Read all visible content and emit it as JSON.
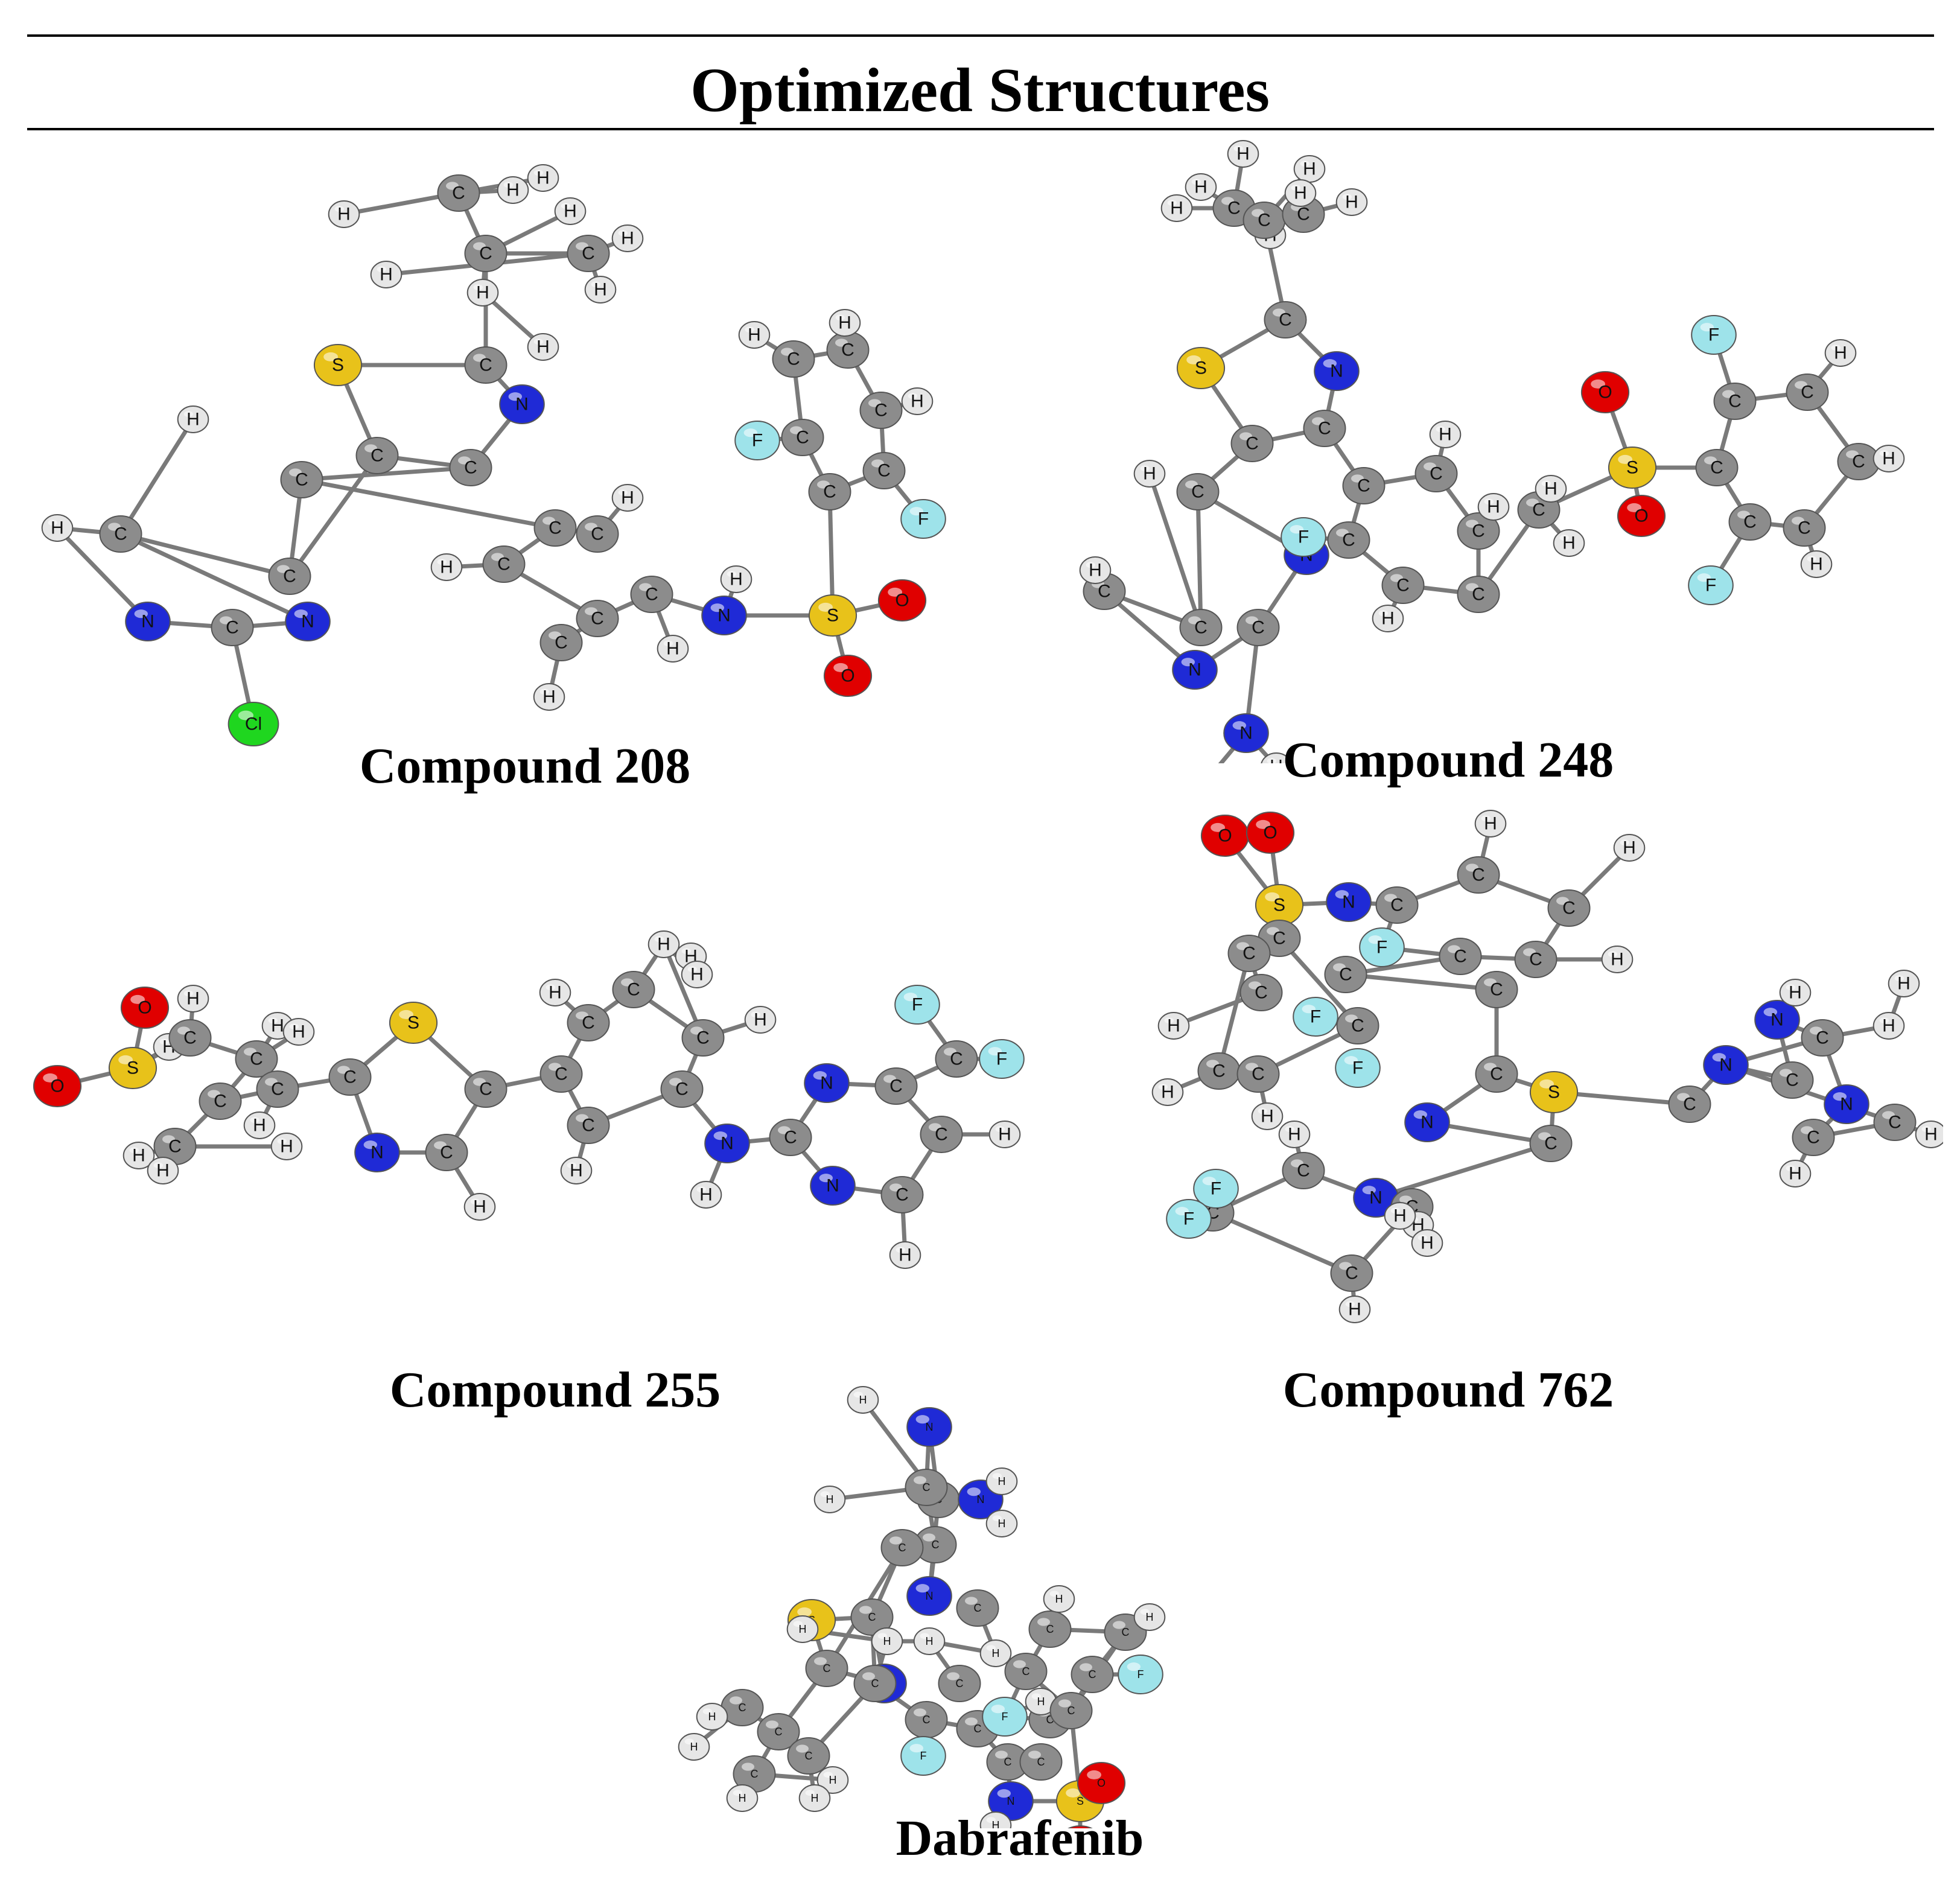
{
  "title": "Optimized Structures",
  "element_colors": {
    "C": "#8c8c8c",
    "H": "#e6e6e6",
    "N": "#1f2ad6",
    "O": "#e00000",
    "S": "#e8c21a",
    "F": "#9ee3ea",
    "Cl": "#1fd61f"
  },
  "molecules": [
    {
      "caption": "Compound 208",
      "atoms": [
        {
          "el": "H",
          "label": "H"
        },
        {
          "el": "C",
          "label": "C"
        },
        {
          "el": "H",
          "label": "H"
        },
        {
          "el": "H",
          "label": "H"
        },
        {
          "el": "C",
          "label": "C"
        },
        {
          "el": "H",
          "label": "H"
        },
        {
          "el": "C",
          "label": "C"
        },
        {
          "el": "H",
          "label": "H"
        },
        {
          "el": "H",
          "label": "H"
        },
        {
          "el": "H",
          "label": "H"
        },
        {
          "el": "H",
          "label": "H"
        },
        {
          "el": "H",
          "label": "H"
        },
        {
          "el": "C",
          "label": "C"
        },
        {
          "el": "S",
          "label": "S"
        },
        {
          "el": "N",
          "label": "N"
        },
        {
          "el": "C",
          "label": "C"
        },
        {
          "el": "C",
          "label": "C"
        },
        {
          "el": "C",
          "label": "C"
        },
        {
          "el": "C",
          "label": "C"
        },
        {
          "el": "H",
          "label": "H"
        },
        {
          "el": "C",
          "label": "C"
        },
        {
          "el": "H",
          "label": "H"
        },
        {
          "el": "N",
          "label": "N"
        },
        {
          "el": "N",
          "label": "N"
        },
        {
          "el": "C",
          "label": "C"
        },
        {
          "el": "Cl",
          "label": "Cl"
        },
        {
          "el": "C",
          "label": "C"
        },
        {
          "el": "C",
          "label": "C"
        },
        {
          "el": "H",
          "label": "H"
        },
        {
          "el": "C",
          "label": "C"
        },
        {
          "el": "H",
          "label": "H"
        },
        {
          "el": "C",
          "label": "C"
        },
        {
          "el": "C",
          "label": "C"
        },
        {
          "el": "H",
          "label": "H"
        },
        {
          "el": "C",
          "label": "C"
        },
        {
          "el": "H",
          "label": "H"
        },
        {
          "el": "N",
          "label": "N"
        },
        {
          "el": "H",
          "label": "H"
        },
        {
          "el": "S",
          "label": "S"
        },
        {
          "el": "O",
          "label": "O"
        },
        {
          "el": "O",
          "label": "O"
        },
        {
          "el": "C",
          "label": "C"
        },
        {
          "el": "C",
          "label": "C"
        },
        {
          "el": "F",
          "label": "F"
        },
        {
          "el": "C",
          "label": "C"
        },
        {
          "el": "F",
          "label": "F"
        },
        {
          "el": "C",
          "label": "C"
        },
        {
          "el": "H",
          "label": "H"
        },
        {
          "el": "C",
          "label": "C"
        },
        {
          "el": "H",
          "label": "H"
        },
        {
          "el": "C",
          "label": "C"
        },
        {
          "el": "H",
          "label": "H"
        }
      ]
    },
    {
      "caption": "Compound 248",
      "atoms": [
        {
          "el": "H",
          "label": "H"
        },
        {
          "el": "H",
          "label": "H"
        },
        {
          "el": "H",
          "label": "H"
        },
        {
          "el": "C",
          "label": "C"
        },
        {
          "el": "H",
          "label": "H"
        },
        {
          "el": "H",
          "label": "H"
        },
        {
          "el": "C",
          "label": "C"
        },
        {
          "el": "C",
          "label": "C"
        },
        {
          "el": "H",
          "label": "H"
        },
        {
          "el": "H",
          "label": "H"
        },
        {
          "el": "C",
          "label": "C"
        },
        {
          "el": "S",
          "label": "S"
        },
        {
          "el": "N",
          "label": "N"
        },
        {
          "el": "C",
          "label": "C"
        },
        {
          "el": "C",
          "label": "C"
        },
        {
          "el": "C",
          "label": "C"
        },
        {
          "el": "C",
          "label": "C"
        },
        {
          "el": "H",
          "label": "H"
        },
        {
          "el": "C",
          "label": "C"
        },
        {
          "el": "H",
          "label": "H"
        },
        {
          "el": "N",
          "label": "N"
        },
        {
          "el": "N",
          "label": "N"
        },
        {
          "el": "C",
          "label": "C"
        },
        {
          "el": "N",
          "label": "N"
        },
        {
          "el": "H",
          "label": "H"
        },
        {
          "el": "H",
          "label": "H"
        },
        {
          "el": "C",
          "label": "C"
        },
        {
          "el": "C",
          "label": "C"
        },
        {
          "el": "H",
          "label": "H"
        },
        {
          "el": "C",
          "label": "C"
        },
        {
          "el": "F",
          "label": "F"
        },
        {
          "el": "C",
          "label": "C"
        },
        {
          "el": "H",
          "label": "H"
        },
        {
          "el": "C",
          "label": "C"
        },
        {
          "el": "H",
          "label": "H"
        },
        {
          "el": "C",
          "label": "C"
        },
        {
          "el": "C",
          "label": "C"
        },
        {
          "el": "H",
          "label": "H"
        },
        {
          "el": "H",
          "label": "H"
        },
        {
          "el": "S",
          "label": "S"
        },
        {
          "el": "O",
          "label": "O"
        },
        {
          "el": "O",
          "label": "O"
        },
        {
          "el": "C",
          "label": "C"
        },
        {
          "el": "C",
          "label": "C"
        },
        {
          "el": "F",
          "label": "F"
        },
        {
          "el": "C",
          "label": "C"
        },
        {
          "el": "H",
          "label": "H"
        },
        {
          "el": "C",
          "label": "C"
        },
        {
          "el": "H",
          "label": "H"
        },
        {
          "el": "C",
          "label": "C"
        },
        {
          "el": "H",
          "label": "H"
        },
        {
          "el": "C",
          "label": "C"
        },
        {
          "el": "F",
          "label": "F"
        }
      ]
    },
    {
      "caption": "Compound 255",
      "atoms": [
        {
          "el": "O",
          "label": "O"
        },
        {
          "el": "S",
          "label": "S"
        },
        {
          "el": "O",
          "label": "O"
        },
        {
          "el": "H",
          "label": "H"
        },
        {
          "el": "C",
          "label": "C"
        },
        {
          "el": "H",
          "label": "H"
        },
        {
          "el": "C",
          "label": "C"
        },
        {
          "el": "H",
          "label": "H"
        },
        {
          "el": "H",
          "label": "H"
        },
        {
          "el": "C",
          "label": "C"
        },
        {
          "el": "C",
          "label": "C"
        },
        {
          "el": "H",
          "label": "H"
        },
        {
          "el": "H",
          "label": "H"
        },
        {
          "el": "C",
          "label": "C"
        },
        {
          "el": "H",
          "label": "H"
        },
        {
          "el": "H",
          "label": "H"
        },
        {
          "el": "C",
          "label": "C"
        },
        {
          "el": "S",
          "label": "S"
        },
        {
          "el": "N",
          "label": "N"
        },
        {
          "el": "C",
          "label": "C"
        },
        {
          "el": "H",
          "label": "H"
        },
        {
          "el": "C",
          "label": "C"
        },
        {
          "el": "C",
          "label": "C"
        },
        {
          "el": "C",
          "label": "C"
        },
        {
          "el": "H",
          "label": "H"
        },
        {
          "el": "C",
          "label": "C"
        },
        {
          "el": "H",
          "label": "H"
        },
        {
          "el": "H",
          "label": "H"
        },
        {
          "el": "H",
          "label": "H"
        },
        {
          "el": "C",
          "label": "C"
        },
        {
          "el": "H",
          "label": "H"
        },
        {
          "el": "C",
          "label": "C"
        },
        {
          "el": "C",
          "label": "C"
        },
        {
          "el": "H",
          "label": "H"
        },
        {
          "el": "N",
          "label": "N"
        },
        {
          "el": "H",
          "label": "H"
        },
        {
          "el": "C",
          "label": "C"
        },
        {
          "el": "N",
          "label": "N"
        },
        {
          "el": "N",
          "label": "N"
        },
        {
          "el": "C",
          "label": "C"
        },
        {
          "el": "C",
          "label": "C"
        },
        {
          "el": "F",
          "label": "F"
        },
        {
          "el": "F",
          "label": "F"
        },
        {
          "el": "C",
          "label": "C"
        },
        {
          "el": "H",
          "label": "H"
        },
        {
          "el": "C",
          "label": "C"
        },
        {
          "el": "H",
          "label": "H"
        }
      ]
    },
    {
      "caption": "Compound 762",
      "atoms": [
        {
          "el": "O",
          "label": "O"
        },
        {
          "el": "O",
          "label": "O"
        },
        {
          "el": "S",
          "label": "S"
        },
        {
          "el": "N",
          "label": "N"
        },
        {
          "el": "C",
          "label": "C"
        },
        {
          "el": "C",
          "label": "C"
        },
        {
          "el": "H",
          "label": "H"
        },
        {
          "el": "C",
          "label": "C"
        },
        {
          "el": "H",
          "label": "H"
        },
        {
          "el": "C",
          "label": "C"
        },
        {
          "el": "H",
          "label": "H"
        },
        {
          "el": "C",
          "label": "C"
        },
        {
          "el": "F",
          "label": "F"
        },
        {
          "el": "C",
          "label": "C"
        },
        {
          "el": "F",
          "label": "F"
        },
        {
          "el": "C",
          "label": "C"
        },
        {
          "el": "C",
          "label": "C"
        },
        {
          "el": "C",
          "label": "C"
        },
        {
          "el": "H",
          "label": "H"
        },
        {
          "el": "C",
          "label": "C"
        },
        {
          "el": "H",
          "label": "H"
        },
        {
          "el": "C",
          "label": "C"
        },
        {
          "el": "H",
          "label": "H"
        },
        {
          "el": "C",
          "label": "C"
        },
        {
          "el": "F",
          "label": "F"
        },
        {
          "el": "C",
          "label": "C"
        },
        {
          "el": "C",
          "label": "C"
        },
        {
          "el": "N",
          "label": "N"
        },
        {
          "el": "C",
          "label": "C"
        },
        {
          "el": "S",
          "label": "S"
        },
        {
          "el": "C",
          "label": "C"
        },
        {
          "el": "N",
          "label": "N"
        },
        {
          "el": "C",
          "label": "C"
        },
        {
          "el": "N",
          "label": "N"
        },
        {
          "el": "H",
          "label": "H"
        },
        {
          "el": "C",
          "label": "C"
        },
        {
          "el": "H",
          "label": "H"
        },
        {
          "el": "H",
          "label": "H"
        },
        {
          "el": "N",
          "label": "N"
        },
        {
          "el": "C",
          "label": "C"
        },
        {
          "el": "H",
          "label": "H"
        },
        {
          "el": "C",
          "label": "C"
        },
        {
          "el": "H",
          "label": "H"
        },
        {
          "el": "N",
          "label": "N"
        },
        {
          "el": "C",
          "label": "C"
        },
        {
          "el": "H",
          "label": "H"
        },
        {
          "el": "C",
          "label": "C"
        },
        {
          "el": "F",
          "label": "F"
        },
        {
          "el": "F",
          "label": "F"
        },
        {
          "el": "C",
          "label": "C"
        },
        {
          "el": "H",
          "label": "H"
        },
        {
          "el": "C",
          "label": "C"
        },
        {
          "el": "H",
          "label": "H"
        },
        {
          "el": "H",
          "label": "H"
        },
        {
          "el": "H",
          "label": "H"
        }
      ]
    },
    {
      "caption": "Dabrafenib",
      "atoms": [
        {
          "el": "H",
          "label": "H"
        },
        {
          "el": "N",
          "label": "N"
        },
        {
          "el": "C",
          "label": "C"
        },
        {
          "el": "N",
          "label": "N"
        },
        {
          "el": "H",
          "label": "H"
        },
        {
          "el": "H",
          "label": "H"
        },
        {
          "el": "C",
          "label": "C"
        },
        {
          "el": "H",
          "label": "H"
        },
        {
          "el": "C",
          "label": "C"
        },
        {
          "el": "N",
          "label": "N"
        },
        {
          "el": "C",
          "label": "C"
        },
        {
          "el": "C",
          "label": "C"
        },
        {
          "el": "S",
          "label": "S"
        },
        {
          "el": "C",
          "label": "C"
        },
        {
          "el": "N",
          "label": "N"
        },
        {
          "el": "C",
          "label": "C"
        },
        {
          "el": "C",
          "label": "C"
        },
        {
          "el": "C",
          "label": "C"
        },
        {
          "el": "H",
          "label": "H"
        },
        {
          "el": "H",
          "label": "H"
        },
        {
          "el": "H",
          "label": "H"
        },
        {
          "el": "C",
          "label": "C"
        },
        {
          "el": "H",
          "label": "H"
        },
        {
          "el": "H",
          "label": "H"
        },
        {
          "el": "C",
          "label": "C"
        },
        {
          "el": "H",
          "label": "H"
        },
        {
          "el": "H",
          "label": "H"
        },
        {
          "el": "H",
          "label": "H"
        },
        {
          "el": "C",
          "label": "C"
        },
        {
          "el": "H",
          "label": "H"
        },
        {
          "el": "C",
          "label": "C"
        },
        {
          "el": "C",
          "label": "C"
        },
        {
          "el": "F",
          "label": "F"
        },
        {
          "el": "C",
          "label": "C"
        },
        {
          "el": "C",
          "label": "C"
        },
        {
          "el": "F",
          "label": "F"
        },
        {
          "el": "C",
          "label": "C"
        },
        {
          "el": "H",
          "label": "H"
        },
        {
          "el": "N",
          "label": "N"
        },
        {
          "el": "H",
          "label": "H"
        },
        {
          "el": "S",
          "label": "S"
        },
        {
          "el": "O",
          "label": "O"
        },
        {
          "el": "O",
          "label": "O"
        },
        {
          "el": "C",
          "label": "C"
        },
        {
          "el": "C",
          "label": "C"
        },
        {
          "el": "C",
          "label": "C"
        },
        {
          "el": "H",
          "label": "H"
        },
        {
          "el": "C",
          "label": "C"
        },
        {
          "el": "H",
          "label": "H"
        },
        {
          "el": "C",
          "label": "C"
        },
        {
          "el": "F",
          "label": "F"
        },
        {
          "el": "C",
          "label": "C"
        }
      ]
    }
  ]
}
